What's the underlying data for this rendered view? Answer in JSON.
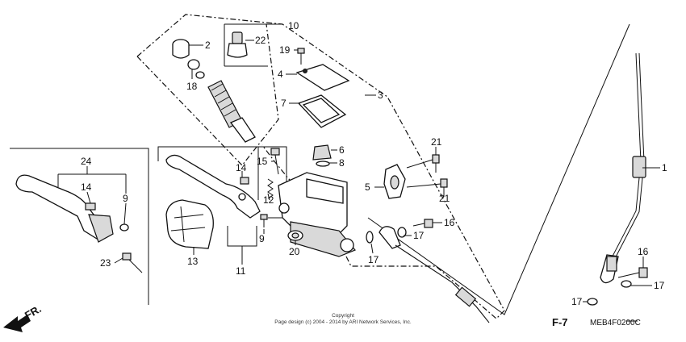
{
  "callouts": [
    {
      "id": "c1",
      "text": "1"
    },
    {
      "id": "c2",
      "text": "2"
    },
    {
      "id": "c3",
      "text": "3"
    },
    {
      "id": "c4",
      "text": "4"
    },
    {
      "id": "c5",
      "text": "5"
    },
    {
      "id": "c6",
      "text": "6"
    },
    {
      "id": "c7",
      "text": "7"
    },
    {
      "id": "c8",
      "text": "8"
    },
    {
      "id": "c9a",
      "text": "9"
    },
    {
      "id": "c9b",
      "text": "9"
    },
    {
      "id": "c10",
      "text": "10"
    },
    {
      "id": "c11",
      "text": "11"
    },
    {
      "id": "c12",
      "text": "12"
    },
    {
      "id": "c13",
      "text": "13"
    },
    {
      "id": "c14a",
      "text": "14"
    },
    {
      "id": "c14b",
      "text": "14"
    },
    {
      "id": "c15",
      "text": "15"
    },
    {
      "id": "c16a",
      "text": "16"
    },
    {
      "id": "c16b",
      "text": "16"
    },
    {
      "id": "c17a",
      "text": "17"
    },
    {
      "id": "c17b",
      "text": "17"
    },
    {
      "id": "c17c",
      "text": "17"
    },
    {
      "id": "c17d",
      "text": "17"
    },
    {
      "id": "c18",
      "text": "18"
    },
    {
      "id": "c19",
      "text": "19"
    },
    {
      "id": "c20",
      "text": "20"
    },
    {
      "id": "c21a",
      "text": "21"
    },
    {
      "id": "c21b",
      "text": "21"
    },
    {
      "id": "c22",
      "text": "22"
    },
    {
      "id": "c23",
      "text": "23"
    },
    {
      "id": "c24",
      "text": "24"
    }
  ],
  "diagram_code": "MEB4F0200C",
  "front_marker": "FR.",
  "section_ref": "F-7",
  "copyright": {
    "line1": "Copyright",
    "line2": "Page design (c) 2004 - 2014 by ARI Network Services, Inc."
  }
}
